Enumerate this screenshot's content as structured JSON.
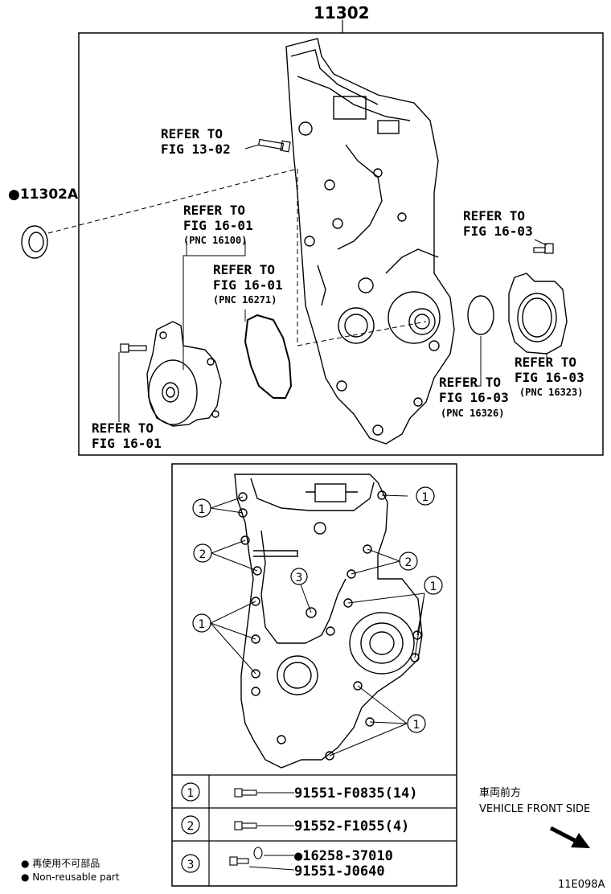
{
  "main_part_number": "11302",
  "seal_part_number": "●11302A",
  "refer_labels": {
    "r1": [
      "REFER TO",
      "FIG 13-02"
    ],
    "r2": [
      "REFER TO",
      "FIG 16-01",
      "(PNC 16100)"
    ],
    "r3": [
      "REFER TO",
      "FIG 16-01",
      "(PNC 16271)"
    ],
    "r4": [
      "REFER TO",
      "FIG 16-03"
    ],
    "r5": [
      "REFER TO",
      "FIG 16-03",
      "(PNC 16323)"
    ],
    "r6": [
      "REFER TO",
      "FIG 16-03",
      "(PNC 16326)"
    ],
    "r7": [
      "REFER TO",
      "FIG 16-01"
    ]
  },
  "callouts": [
    "1",
    "2",
    "1",
    "2",
    "3",
    "1",
    "1",
    "1"
  ],
  "fastener_table": [
    {
      "key": "1",
      "parts": [
        "91551-F0835(14)"
      ]
    },
    {
      "key": "2",
      "parts": [
        "91552-F1055(4)"
      ]
    },
    {
      "key": "3",
      "parts": [
        "●16258-37010",
        "91551-J0640"
      ]
    }
  ],
  "legend": {
    "jp": "● 再使用不可部品",
    "en": "● Non-reusable part"
  },
  "direction": {
    "jp": "車両前方",
    "en": "VEHICLE FRONT SIDE"
  },
  "figure_id": "11E098A"
}
